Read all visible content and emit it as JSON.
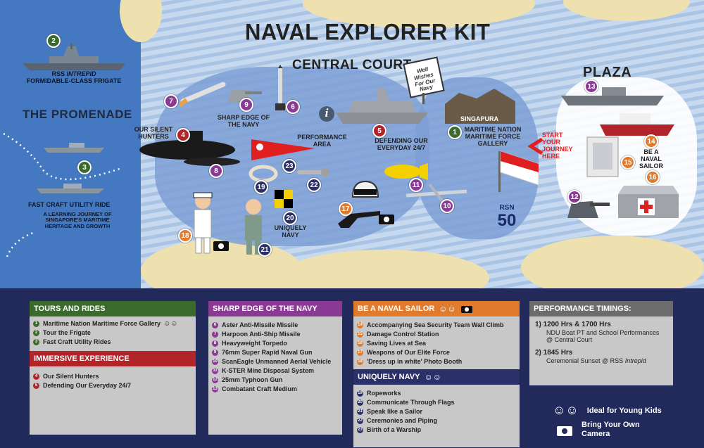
{
  "title": "NAVAL EXPLORER KIT",
  "areas": {
    "central_court": "CENTRAL COURT",
    "plaza": "PLAZA",
    "promenade": "THE PROMENADE"
  },
  "map_labels": {
    "rss_intrepid_1": "RSS",
    "rss_intrepid_2": "INTREPID",
    "rss_intrepid_3": "FORMIDABLE-CLASS FRIGATE",
    "fast_craft": "FAST CRAFT UTILITY RIDE",
    "journey": "A LEARNING JOURNEY OF SINGAPORE'S MARITIME HERITAGE AND GROWTH",
    "silent_hunters": "OUR SILENT HUNTERS",
    "sharp_edge": "SHARP EDGE OF THE NAVY",
    "performance_area": "PERFORMANCE AREA",
    "defending": "DEFENDING OUR EVERYDAY 24/7",
    "maritime_gallery": "MARITIME NATION MARITIME FORCE GALLERY",
    "start_journey": "START YOUR JOURNEY HERE",
    "naval_sailor": "BE A NAVAL SAILOR",
    "uniquely_navy": "UNIQUELY NAVY",
    "well_wishes": "Well Wishes For Our Navy",
    "singapura": "SINGAPURA",
    "rsn": "RSN",
    "rsn_50": "50",
    "info": "i"
  },
  "map_markers": [
    {
      "n": "2",
      "color": "green"
    },
    {
      "n": "3",
      "color": "green"
    },
    {
      "n": "1",
      "color": "green"
    },
    {
      "n": "4",
      "color": "red"
    },
    {
      "n": "5",
      "color": "red"
    },
    {
      "n": "6",
      "color": "purple"
    },
    {
      "n": "7",
      "color": "purple"
    },
    {
      "n": "8",
      "color": "purple"
    },
    {
      "n": "9",
      "color": "purple"
    },
    {
      "n": "10",
      "color": "purple"
    },
    {
      "n": "11",
      "color": "purple"
    },
    {
      "n": "12",
      "color": "purple"
    },
    {
      "n": "13",
      "color": "purple"
    },
    {
      "n": "14",
      "color": "orange"
    },
    {
      "n": "15",
      "color": "orange"
    },
    {
      "n": "16",
      "color": "orange"
    },
    {
      "n": "17",
      "color": "orange"
    },
    {
      "n": "18",
      "color": "orange"
    },
    {
      "n": "19",
      "color": "navy"
    },
    {
      "n": "20",
      "color": "navy"
    },
    {
      "n": "21",
      "color": "navy"
    },
    {
      "n": "22",
      "color": "navy"
    },
    {
      "n": "23",
      "color": "navy"
    }
  ],
  "legend": {
    "tours": {
      "header": "TOURS AND RIDES",
      "color": "#3b6b2c",
      "items": [
        {
          "n": "1",
          "label": "Maritime Nation Maritime Force Gallery"
        },
        {
          "n": "2",
          "label": "Tour the Frigate"
        },
        {
          "n": "3",
          "label": "Fast Craft Utility Rides"
        }
      ]
    },
    "immersive": {
      "header": "IMMERSIVE EXPERIENCE",
      "color": "#b0242a",
      "items": [
        {
          "n": "4",
          "label": "Our Silent Hunters"
        },
        {
          "n": "5",
          "label": "Defending Our Everyday 24/7"
        }
      ]
    },
    "sharp_edge": {
      "header": "SHARP EDGE OF THE NAVY",
      "color": "#8a3a94",
      "items": [
        {
          "n": "6",
          "label": "Aster Anti-Missile Missile"
        },
        {
          "n": "7",
          "label": "Harpoon Anti-Ship Missile"
        },
        {
          "n": "8",
          "label": "Heavyweight Torpedo"
        },
        {
          "n": "9",
          "label": "76mm Super Rapid Naval Gun"
        },
        {
          "n": "10",
          "label": "ScanEagle Unmanned Aerial Vehicle"
        },
        {
          "n": "11",
          "label": "K-STER Mine Disposal System"
        },
        {
          "n": "12",
          "label": "25mm Typhoon Gun"
        },
        {
          "n": "13",
          "label": "Combatant Craft Medium"
        }
      ]
    },
    "sailor": {
      "header": "BE A NAVAL SAILOR",
      "color": "#e07a2c",
      "items": [
        {
          "n": "14",
          "label": "Accompanying Sea Security Team Wall Climb"
        },
        {
          "n": "15",
          "label": "Damage Control Station"
        },
        {
          "n": "16",
          "label": "Saving Lives at Sea"
        },
        {
          "n": "17",
          "label": "Weapons of Our Elite Force"
        },
        {
          "n": "18",
          "label": "'Dress up in white' Photo Booth"
        }
      ]
    },
    "uniquely": {
      "header": "UNIQUELY NAVY",
      "color": "#2c3068",
      "items": [
        {
          "n": "19",
          "label": "Ropeworks"
        },
        {
          "n": "20",
          "label": "Communicate Through Flags"
        },
        {
          "n": "21",
          "label": "Speak like a Sailor"
        },
        {
          "n": "22",
          "label": "Ceremonies and Piping"
        },
        {
          "n": "23",
          "label": "Birth of a Warship"
        }
      ]
    },
    "performance": {
      "header": "PERFORMANCE TIMINGS:",
      "t1": "1) 1200 Hrs & 1700 Hrs",
      "t1_sub": "NDU Boat PT and School Performances @ Central Court",
      "t2": "2) 1845 Hrs",
      "t2_sub_a": "Ceremonial Sunset @ RSS ",
      "t2_sub_b": "Intrepid"
    },
    "key": {
      "kids": "Ideal for Young Kids",
      "camera_1": "Bring Your Own",
      "camera_2": "Camera"
    }
  },
  "icons": [
    "kids-icon",
    "camera-icon"
  ],
  "colors": {
    "green": "#3b6b2c",
    "red": "#b0242a",
    "purple": "#8a3a94",
    "orange": "#e07a2c",
    "navy": "#2c3068",
    "legend_bg": "#222a5c"
  }
}
